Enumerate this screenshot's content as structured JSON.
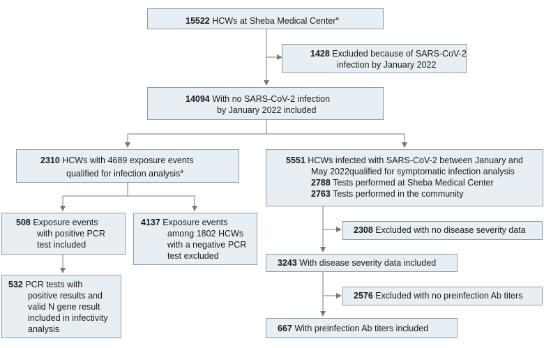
{
  "boxes": {
    "total": {
      "num": "15522",
      "text": "HCWs at Sheba Medical Center",
      "sup": "a"
    },
    "excluded_infection": {
      "num": "1428",
      "text1": "Excluded because of SARS-CoV-2",
      "text2": "infection by January 2022"
    },
    "no_infection": {
      "num": "14094",
      "text1": "With no SARS-CoV-2 infection",
      "text2": "by January 2022 included"
    },
    "infection_analysis": {
      "num": "2310",
      "text1": "HCWs with 4689 exposure events",
      "text2": "qualified for infection analysis",
      "sup": "a"
    },
    "symptomatic": {
      "num": "5551",
      "text1": "HCWs infected with SARS-CoV-2 between January and",
      "text2": "May 2022qualified for symptomatic infection analysis",
      "sub1_num": "2788",
      "sub1_text": "Tests performed at Sheba Medical Center",
      "sub2_num": "2763",
      "sub2_text": "Tests performed in the community"
    },
    "positive_pcr": {
      "num": "508",
      "text1": "Exposure events",
      "text2": "with positive PCR",
      "text3": "test included"
    },
    "negative_pcr": {
      "num": "4137",
      "text1": "Exposure events",
      "text2": "among 1802 HCWs",
      "text3": "with a negative PCR",
      "text4": "test excluded"
    },
    "no_severity": {
      "num": "2308",
      "text": "Excluded with no disease severity data"
    },
    "severity": {
      "num": "3243",
      "text": "With disease severity data included"
    },
    "no_ab": {
      "num": "2576",
      "text": "Excluded with no preinfection Ab titers"
    },
    "ab_included": {
      "num": "667",
      "text": "With preinfection Ab titers included"
    },
    "infectivity": {
      "num": "532",
      "text1": "PCR tests with",
      "text2": "positive results and",
      "text3": "valid N gene result",
      "text4": "included in infectivity",
      "text5": "analysis"
    }
  }
}
